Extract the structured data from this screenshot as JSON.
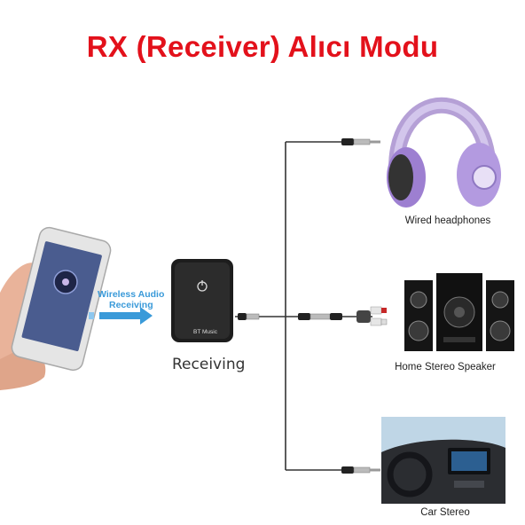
{
  "title": "RX (Receiver) Alıcı Modu",
  "phone_label_line1": "Wireless Audio",
  "phone_label_line2": "Receiving",
  "device_label": "BT Music",
  "device_caption": "Receiving",
  "outputs": [
    {
      "caption": "Wired headphones"
    },
    {
      "caption": "Home Stereo Speaker"
    },
    {
      "caption": "Car Stereo"
    }
  ],
  "colors": {
    "title": "#e3111b",
    "accent": "#3a9ad9",
    "cable": "#333333"
  }
}
